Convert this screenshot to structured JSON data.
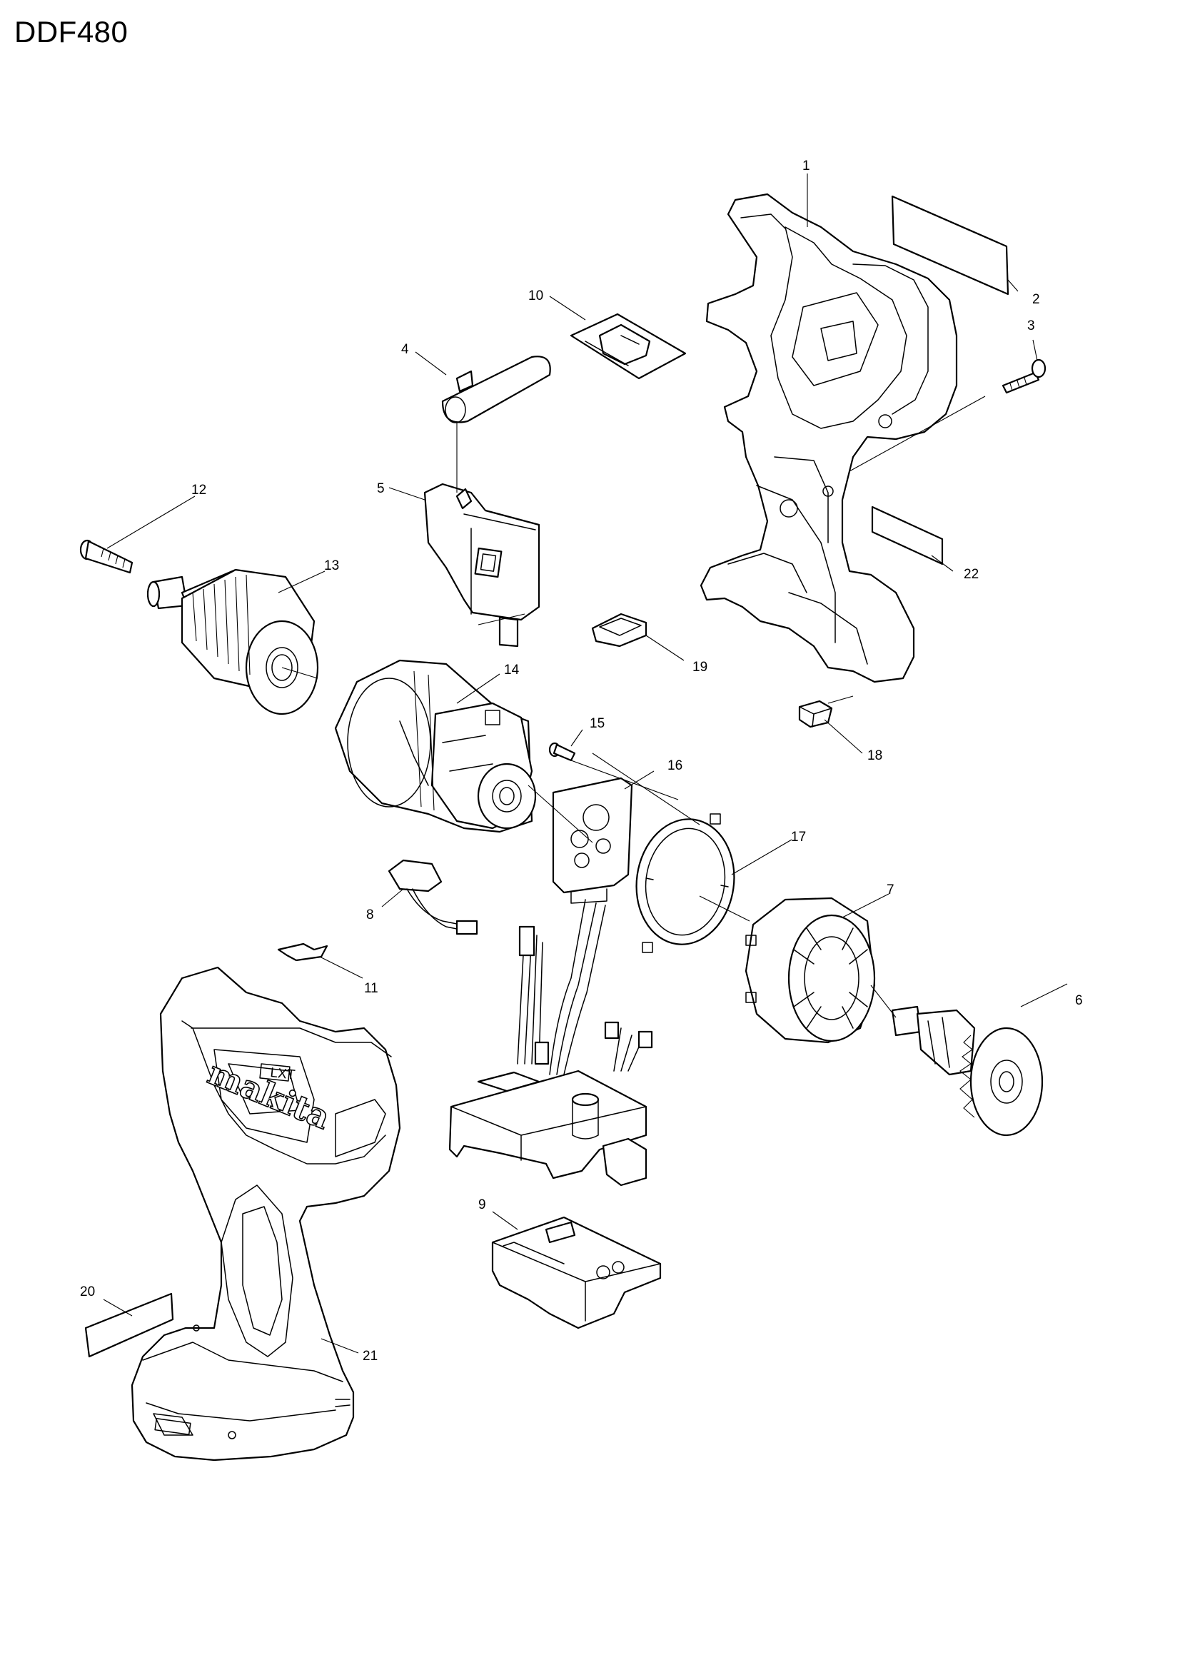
{
  "page": {
    "title": "DDF480"
  },
  "parts": [
    {
      "id": "1",
      "label": "1"
    },
    {
      "id": "2",
      "label": "2"
    },
    {
      "id": "3",
      "label": "3"
    },
    {
      "id": "4",
      "label": "4"
    },
    {
      "id": "5",
      "label": "5"
    },
    {
      "id": "6",
      "label": "6"
    },
    {
      "id": "7",
      "label": "7"
    },
    {
      "id": "8",
      "label": "8"
    },
    {
      "id": "9",
      "label": "9"
    },
    {
      "id": "10",
      "label": "10"
    },
    {
      "id": "11",
      "label": "11"
    },
    {
      "id": "12",
      "label": "12"
    },
    {
      "id": "13",
      "label": "13"
    },
    {
      "id": "14",
      "label": "14"
    },
    {
      "id": "15",
      "label": "15"
    },
    {
      "id": "16",
      "label": "16"
    },
    {
      "id": "17",
      "label": "17"
    },
    {
      "id": "18",
      "label": "18"
    },
    {
      "id": "19",
      "label": "19"
    },
    {
      "id": "20",
      "label": "20"
    },
    {
      "id": "21",
      "label": "21"
    },
    {
      "id": "22",
      "label": "22"
    }
  ],
  "brand": {
    "logo_text": "makita",
    "voltage_badge": "LXT"
  },
  "colors": {
    "line": "#000000",
    "background": "#ffffff"
  }
}
